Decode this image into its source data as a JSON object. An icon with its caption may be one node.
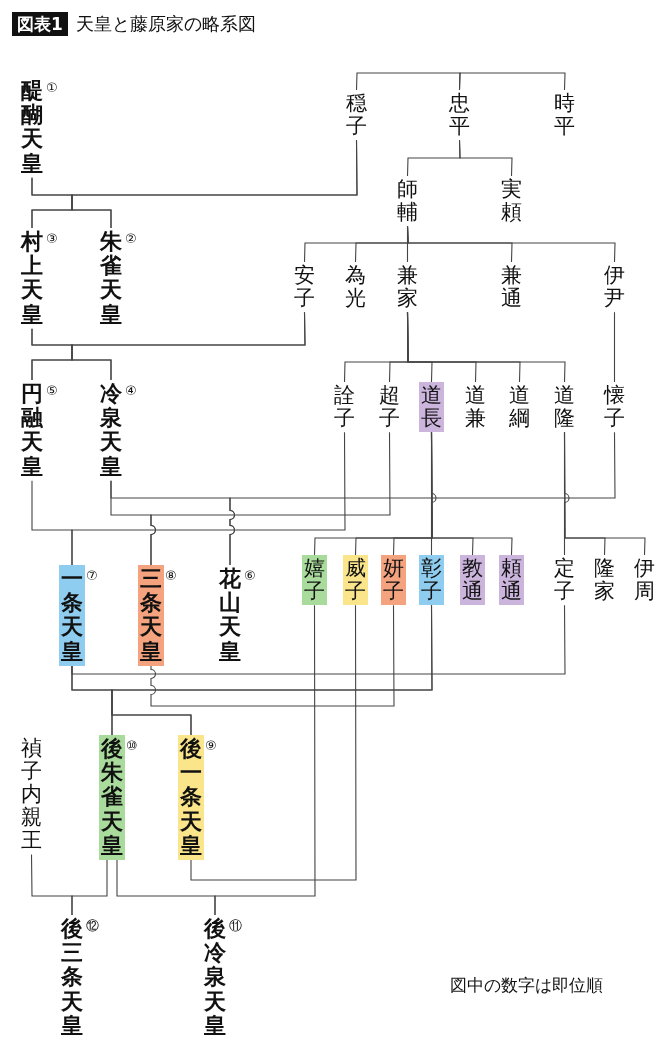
{
  "diagram": {
    "title": "天皇と藤原家の略系図",
    "nodes": [
      {
        "text": [
          "醍醐天皇"
        ],
        "beside": [
          "①"
        ]
      },
      {
        "text": [
          "穏子"
        ]
      },
      {
        "text": [
          "忠平"
        ]
      },
      {
        "text": [
          "時平"
        ]
      },
      {
        "text": [
          "師輔"
        ]
      },
      {
        "text": [
          "実頼"
        ]
      },
      {
        "text": [
          "村上天皇"
        ],
        "beside": [
          "③"
        ]
      },
      {
        "text": [
          "朱雀天皇"
        ],
        "beside": [
          "②"
        ]
      },
      {
        "text": [
          "安子"
        ]
      },
      {
        "text": [
          "為光"
        ]
      },
      {
        "text": [
          "兼家"
        ]
      },
      {
        "text": [
          "兼通"
        ]
      },
      {
        "text": [
          "伊尹"
        ]
      },
      {
        "text": [
          "円融天皇"
        ],
        "beside": [
          "⑤"
        ]
      },
      {
        "text": [
          "冷泉天皇"
        ],
        "beside": [
          "④"
        ]
      },
      {
        "text": [
          "詮子"
        ]
      },
      {
        "text": [
          "超子"
        ]
      },
      {
        "text": [
          "道長"
        ]
      },
      {
        "text": [
          "道兼"
        ]
      },
      {
        "text": [
          "道綱"
        ]
      },
      {
        "text": [
          "道隆"
        ]
      },
      {
        "text": [
          "懐子"
        ]
      },
      {
        "text": [
          "一条天皇"
        ],
        "beside": [
          "⑦"
        ]
      },
      {
        "text": [
          "三条天皇"
        ],
        "beside": [
          "⑧"
        ]
      },
      {
        "text": [
          "花山天皇"
        ],
        "beside": [
          "⑥"
        ]
      },
      {
        "text": [
          "嬉子"
        ]
      },
      {
        "text": [
          "威子"
        ]
      },
      {
        "text": [
          "妍子"
        ]
      },
      {
        "text": [
          "彰子"
        ]
      },
      {
        "text": [
          "教通"
        ]
      },
      {
        "text": [
          "頼通"
        ]
      },
      {
        "text": [
          "定子"
        ]
      },
      {
        "text": [
          "隆家"
        ]
      },
      {
        "text": [
          "伊周"
        ]
      },
      {
        "text": [
          "禎子内親王"
        ]
      },
      {
        "text": [
          "後朱雀天皇"
        ],
        "beside": [
          "⑩"
        ]
      },
      {
        "text": [
          "後一条天皇"
        ],
        "beside": [
          "⑨"
        ]
      },
      {
        "text": [
          "後三条天皇"
        ],
        "beside": [
          "⑫"
        ]
      },
      {
        "text": [
          "後冷泉天皇"
        ],
        "beside": [
          "⑪"
        ]
      }
    ],
    "edges": [
      {
        "from": 1,
        "to": 2,
        "arrow": "none"
      },
      {
        "from": 2,
        "to": 3,
        "arrow": "none"
      },
      {
        "from": 2,
        "to": 4,
        "arrow": "none"
      },
      {
        "from": 2,
        "to": 5,
        "arrow": "none"
      },
      {
        "from": 0,
        "to": 6,
        "arrow": "none"
      },
      {
        "from": 0,
        "to": 7,
        "arrow": "none"
      },
      {
        "from": 1,
        "to": 6,
        "arrow": "none"
      },
      {
        "from": 1,
        "to": 7,
        "arrow": "none"
      },
      {
        "from": 4,
        "to": 8,
        "arrow": "none"
      },
      {
        "from": 4,
        "to": 9,
        "arrow": "none"
      },
      {
        "from": 4,
        "to": 10,
        "arrow": "none"
      },
      {
        "from": 4,
        "to": 11,
        "arrow": "none"
      },
      {
        "from": 4,
        "to": 12,
        "arrow": "none"
      },
      {
        "from": 6,
        "to": 13,
        "arrow": "none"
      },
      {
        "from": 6,
        "to": 14,
        "arrow": "none"
      },
      {
        "from": 8,
        "to": 13,
        "arrow": "none"
      },
      {
        "from": 8,
        "to": 14,
        "arrow": "none"
      },
      {
        "from": 10,
        "to": 15,
        "arrow": "none"
      },
      {
        "from": 10,
        "to": 16,
        "arrow": "none"
      },
      {
        "from": 10,
        "to": 17,
        "arrow": "none"
      },
      {
        "from": 10,
        "to": 18,
        "arrow": "none"
      },
      {
        "from": 10,
        "to": 19,
        "arrow": "none"
      },
      {
        "from": 10,
        "to": 20,
        "arrow": "none"
      },
      {
        "from": 12,
        "to": 21,
        "arrow": "none"
      },
      {
        "from": 14,
        "to": 24,
        "arrow": "none"
      },
      {
        "from": 21,
        "to": 24,
        "arrow": "none"
      },
      {
        "from": 14,
        "to": 23,
        "arrow": "none"
      },
      {
        "from": 16,
        "to": 23,
        "arrow": "none"
      },
      {
        "from": 13,
        "to": 22,
        "arrow": "none"
      },
      {
        "from": 15,
        "to": 22,
        "arrow": "none"
      },
      {
        "from": 17,
        "to": 25,
        "arrow": "none"
      },
      {
        "from": 17,
        "to": 26,
        "arrow": "none"
      },
      {
        "from": 17,
        "to": 27,
        "arrow": "none"
      },
      {
        "from": 17,
        "to": 28,
        "arrow": "none"
      },
      {
        "from": 17,
        "to": 29,
        "arrow": "none"
      },
      {
        "from": 17,
        "to": 30,
        "arrow": "none"
      },
      {
        "from": 20,
        "to": 31,
        "arrow": "none"
      },
      {
        "from": 20,
        "to": 32,
        "arrow": "none"
      },
      {
        "from": 20,
        "to": 33,
        "arrow": "none"
      },
      {
        "from": 22,
        "to": 31,
        "arrow": "none"
      },
      {
        "from": 22,
        "to": 35,
        "arrow": "none"
      },
      {
        "from": 22,
        "to": 36,
        "arrow": "none"
      },
      {
        "from": 28,
        "to": 35,
        "arrow": "none"
      },
      {
        "from": 28,
        "to": 36,
        "arrow": "none"
      },
      {
        "from": 23,
        "to": 27,
        "arrow": "none"
      },
      {
        "from": 36,
        "to": 26,
        "arrow": "none"
      },
      {
        "from": 35,
        "to": 38,
        "arrow": "none"
      },
      {
        "from": 25,
        "to": 38,
        "arrow": "none"
      },
      {
        "from": 35,
        "to": 37,
        "arrow": "none"
      },
      {
        "from": 34,
        "to": 37,
        "arrow": "none"
      }
    ],
    "labels": [
      "図表1",
      "図中の数字は即位順"
    ]
  }
}
